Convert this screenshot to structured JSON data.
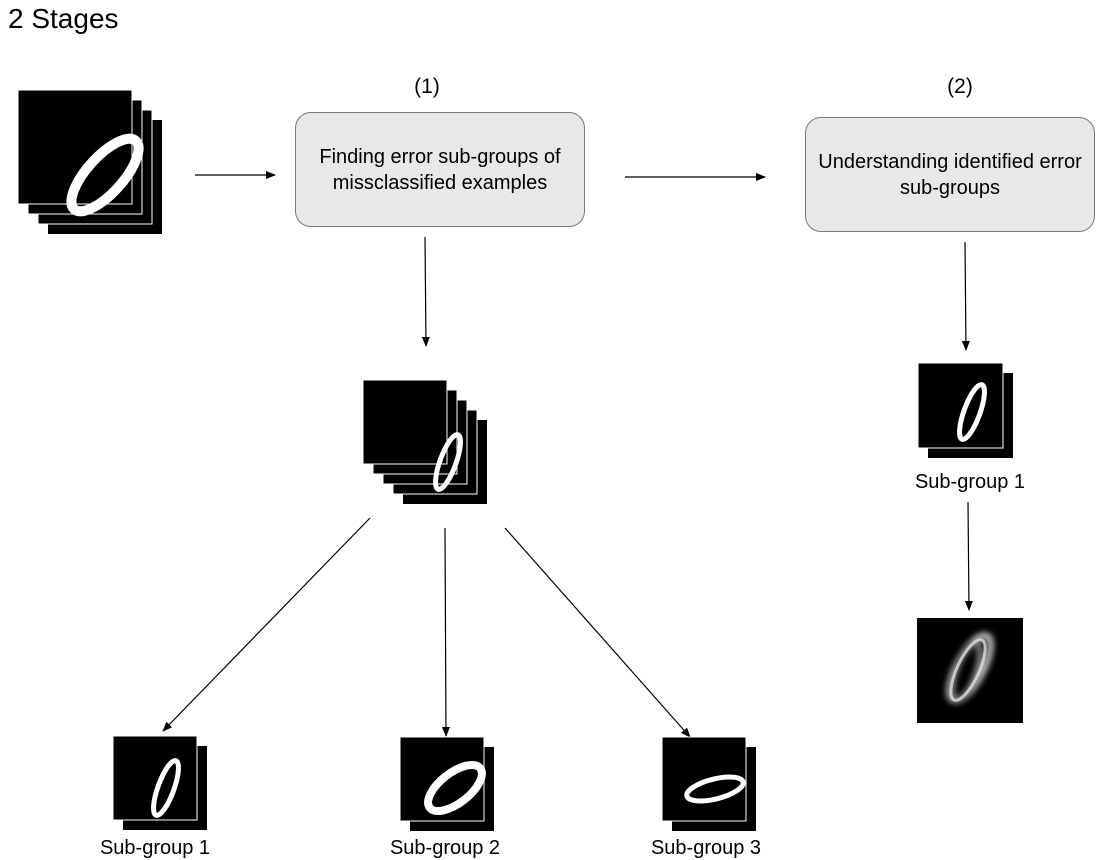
{
  "title": "2 Stages",
  "stages": [
    {
      "number": "(1)",
      "box_text": "Finding error sub-groups of missclassified examples"
    },
    {
      "number": "(2)",
      "box_text": "Understanding identified error sub-groups"
    }
  ],
  "subgroups": [
    {
      "label": "Sub-group 1",
      "glyph": "slanted-zero-thin"
    },
    {
      "label": "Sub-group 2",
      "glyph": "oval-zero-thick"
    },
    {
      "label": "Sub-group 3",
      "glyph": "flat-oval-zero"
    }
  ],
  "identified_subgroup": {
    "label": "Sub-group 1",
    "glyph": "slanted-zero-thin"
  },
  "colors": {
    "box_fill": "#e8e8e8",
    "box_border": "#7a7a7a",
    "image_background": "#000000",
    "digit_stroke": "#ffffff"
  }
}
